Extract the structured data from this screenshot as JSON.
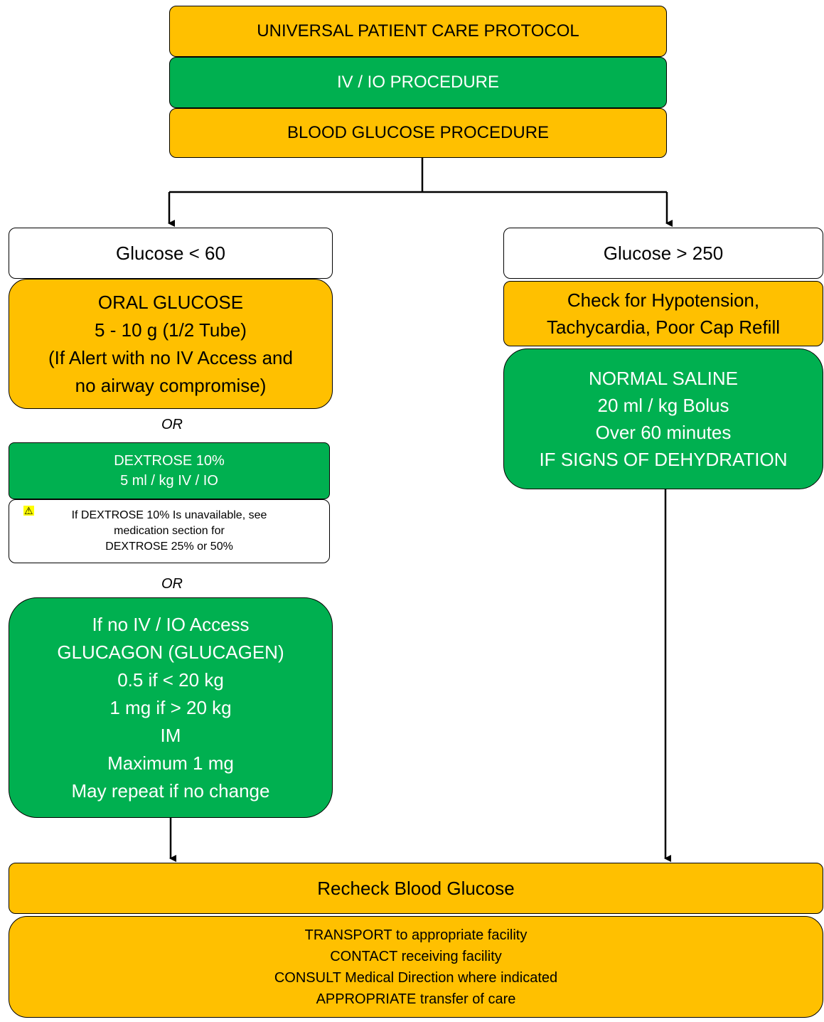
{
  "header": {
    "universal": "UNIVERSAL PATIENT CARE PROTOCOL",
    "iv_io": "IV / IO PROCEDURE",
    "blood_glucose": "BLOOD GLUCOSE PROCEDURE"
  },
  "left": {
    "condition": "Glucose < 60",
    "oral_glucose": [
      "ORAL GLUCOSE",
      "5 - 10 g (1/2 Tube)",
      "(If Alert with no IV Access and",
      "no airway compromise)"
    ],
    "or_1": "OR",
    "dextrose": [
      "DEXTROSE 10%",
      "5 ml / kg IV / IO"
    ],
    "warning_icon": "warning-icon",
    "warning": [
      "If DEXTROSE 10% Is unavailable, see",
      "medication section for",
      "DEXTROSE 25% or 50%"
    ],
    "or_2": "OR",
    "glucagon": [
      "If no IV / IO Access",
      "GLUCAGON (GLUCAGEN)",
      "0.5 if < 20 kg",
      "1 mg if > 20 kg",
      "IM",
      "Maximum 1 mg",
      "May repeat if no change"
    ]
  },
  "right": {
    "condition": "Glucose > 250",
    "check": [
      "Check for Hypotension,",
      "Tachycardia, Poor Cap Refill"
    ],
    "saline": [
      "NORMAL SALINE",
      "20 ml / kg Bolus",
      "Over 60 minutes",
      "IF SIGNS OF DEHYDRATION"
    ]
  },
  "footer": {
    "recheck": "Recheck Blood Glucose",
    "transport": [
      "TRANSPORT to appropriate facility",
      "CONTACT receiving facility",
      "CONSULT Medical Direction where indicated",
      "APPROPRIATE transfer of care"
    ]
  },
  "colors": {
    "orange": "#FFC000",
    "green": "#00B050"
  }
}
